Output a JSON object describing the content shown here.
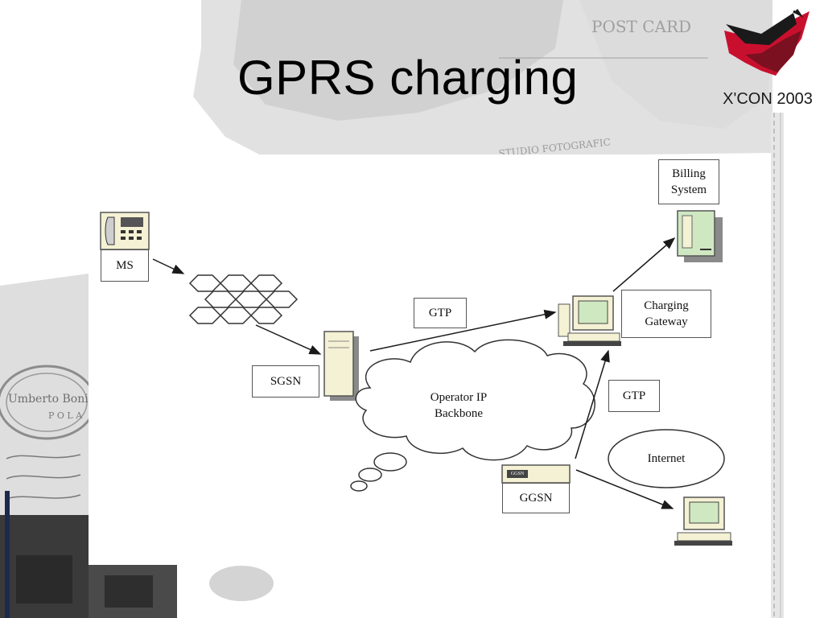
{
  "slide": {
    "title": "GPRS charging",
    "logo_text": "X'CON 2003"
  },
  "diagram": {
    "nodes": {
      "ms": "MS",
      "sgsn": "SGSN",
      "ggsn": "GGSN",
      "ggsn_device_tag": "GGSN",
      "charging_gateway_line1": "Charging",
      "charging_gateway_line2": "Gateway",
      "billing_system_line1": "Billing",
      "billing_system_line2": "System",
      "backbone_line1": "Operator IP",
      "backbone_line2": "Backbone",
      "internet": "Internet"
    },
    "links": {
      "gtp_top": "GTP",
      "gtp_right": "GTP"
    }
  },
  "colors": {
    "accent_red": "#c8102e",
    "accent_dark": "#1a1a1a",
    "device_fill": "#f4f1d4",
    "device_shadow": "#8a8a8a",
    "screen_green": "#cfe8c2"
  }
}
